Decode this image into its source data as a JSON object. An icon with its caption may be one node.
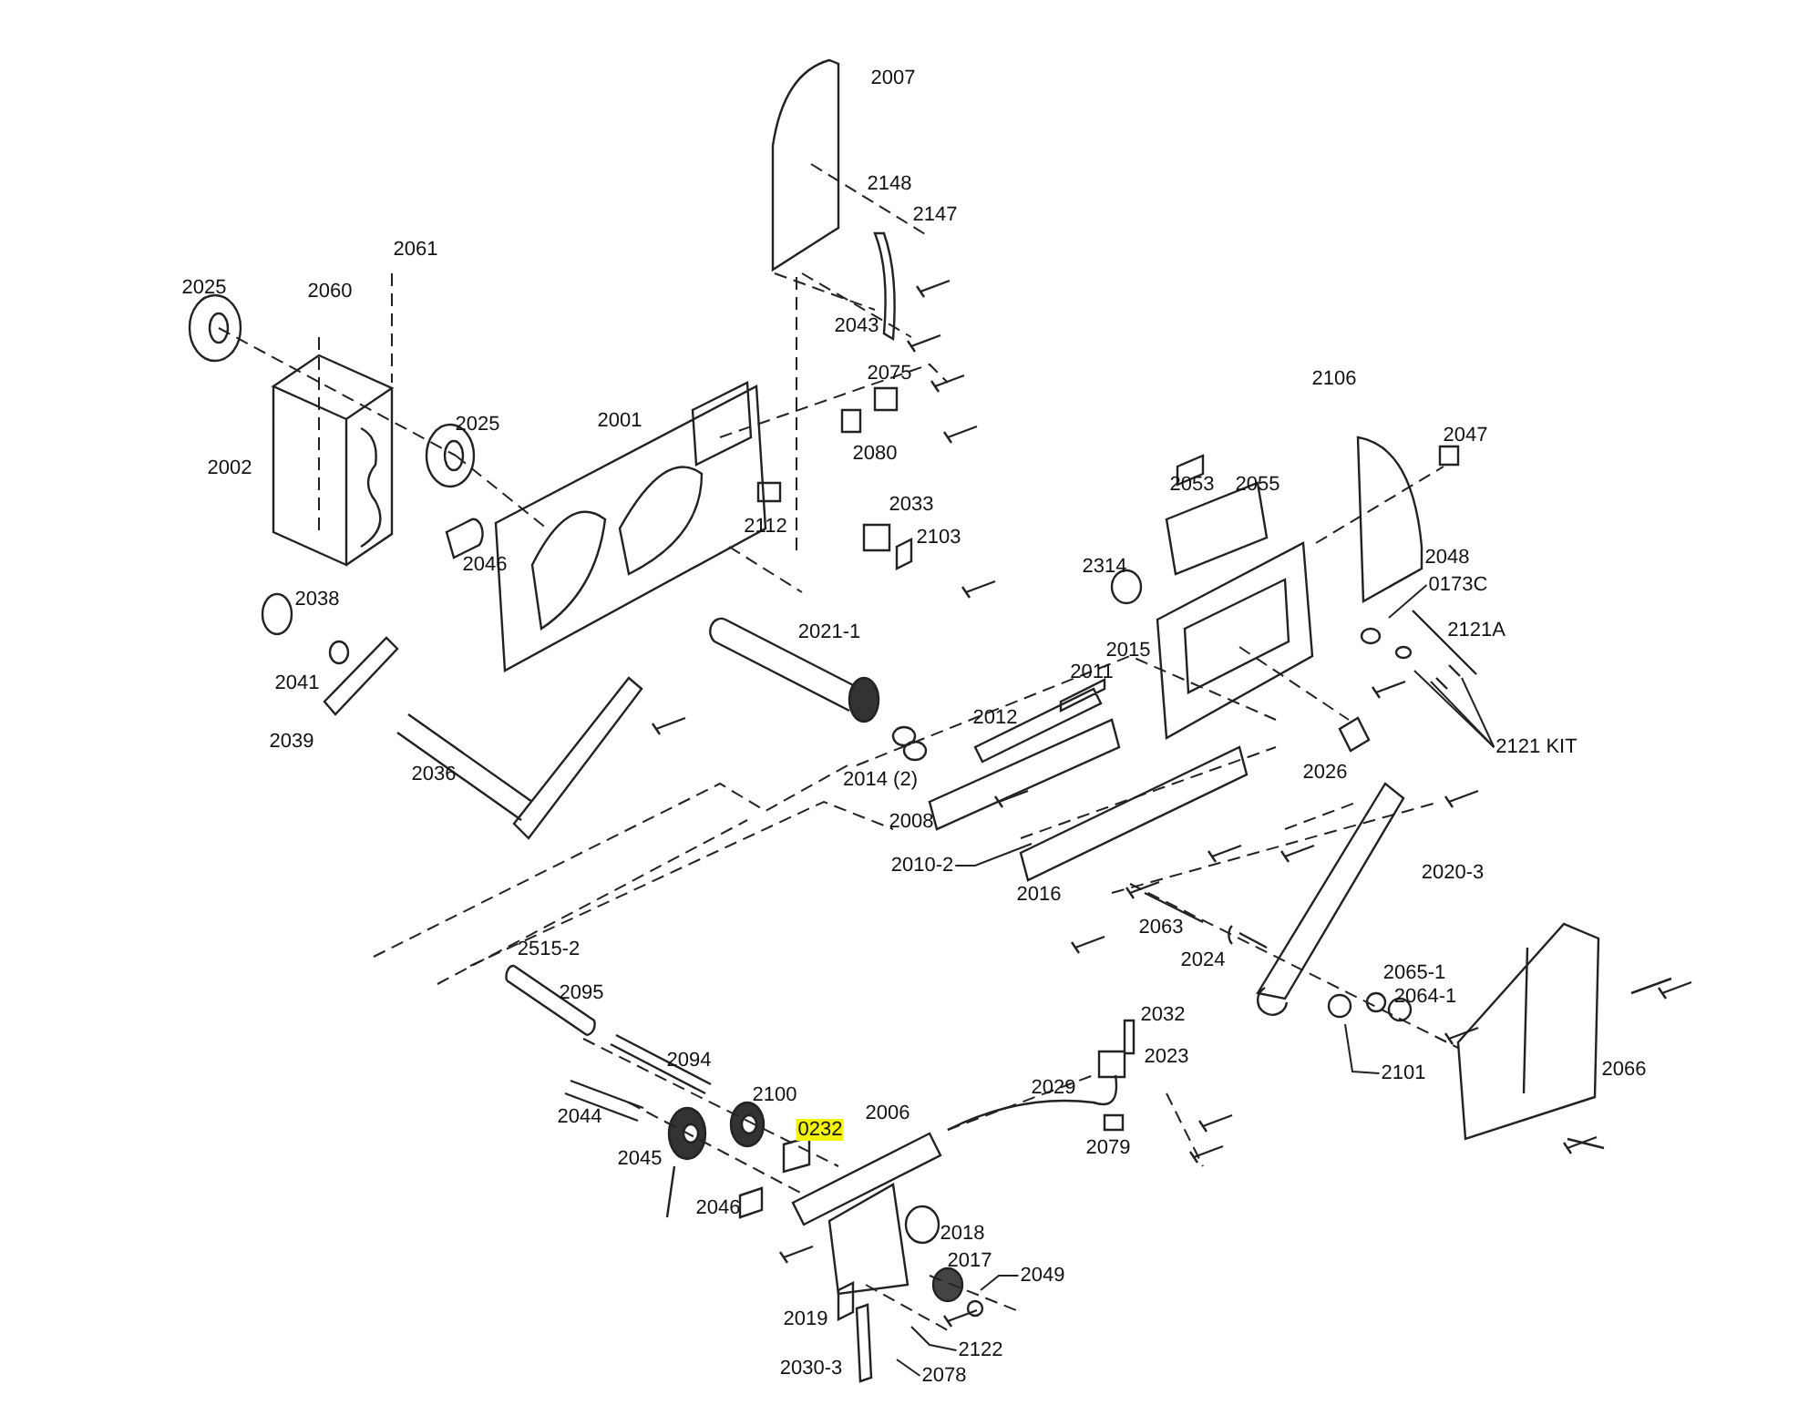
{
  "diagram": {
    "nodes": [
      {
        "text": [
          "0173C"
        ]
      },
      {
        "text": [
          "2121 KIT"
        ]
      },
      {
        "text": [
          "2010-2"
        ]
      },
      {
        "text": [
          "2101"
        ]
      },
      {
        "text": [
          "2049"
        ]
      },
      {
        "text": [
          "2122"
        ]
      },
      {
        "text": [
          "2078"
        ]
      }
    ],
    "edges": [
      {
        "from": 0,
        "to": null,
        "arrow": "none"
      },
      {
        "from": 1,
        "to": null,
        "arrow": "none"
      },
      {
        "from": 1,
        "to": null,
        "arrow": "none"
      },
      {
        "from": 1,
        "to": null,
        "arrow": "none"
      },
      {
        "from": 2,
        "to": null,
        "arrow": "none"
      },
      {
        "from": 3,
        "to": null,
        "arrow": "none"
      },
      {
        "from": 4,
        "to": null,
        "arrow": "none"
      },
      {
        "from": 5,
        "to": null,
        "arrow": "none"
      },
      {
        "from": 6,
        "to": null,
        "arrow": "none"
      }
    ],
    "labels": [
      "2007",
      "2148",
      "2147",
      "2061",
      "2025",
      "2060",
      "2043",
      "2075",
      "2001",
      "2025",
      "2080",
      "2106",
      "2047",
      "2002",
      "2053",
      "2055",
      "2112",
      "2033",
      "2103",
      "2046",
      "2314",
      "2048",
      "2038",
      "2021-1",
      "2015",
      "2121A",
      "2041",
      "2011",
      "2012",
      "2039",
      "2036",
      "2014 (2)",
      "2026",
      "2008",
      "2016",
      "2020-3",
      "2063",
      "2515-2",
      "2024",
      "2065-1",
      "2064-1",
      "2095",
      "2032",
      "2066",
      "2023",
      "2094",
      "2100",
      "2029",
      "2044",
      "0232",
      "2006",
      "2079",
      "2045",
      "2046",
      "2018",
      "2017",
      "2019",
      "2030-3"
    ]
  }
}
